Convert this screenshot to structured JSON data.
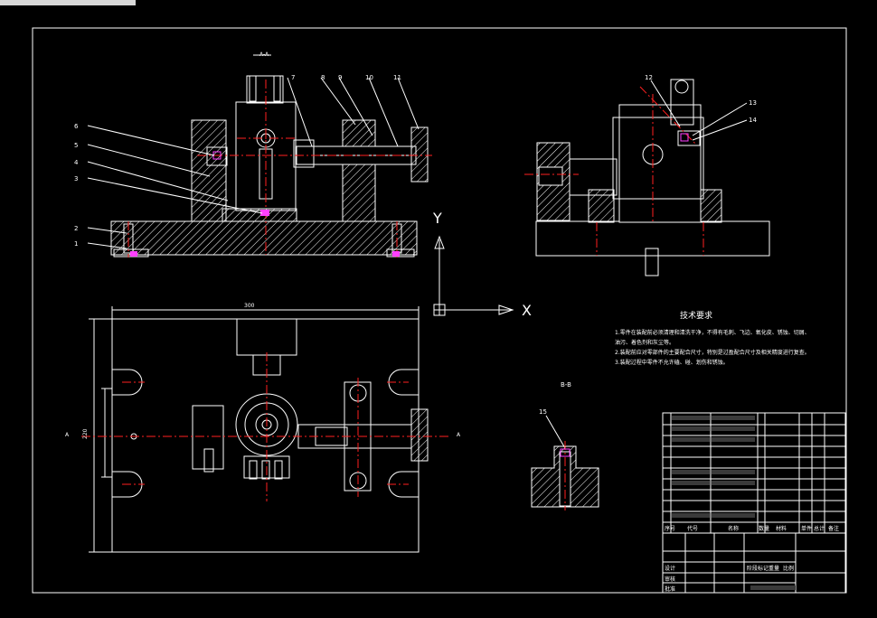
{
  "callouts": [
    "1",
    "2",
    "3",
    "4",
    "5",
    "6",
    "7",
    "8",
    "9",
    "10",
    "11",
    "12",
    "13",
    "14",
    "15"
  ],
  "section_labels": {
    "front_section": "A-A",
    "detail_section": "B-B",
    "plan_left": "A",
    "plan_right": "A"
  },
  "axes": {
    "x": "X",
    "y": "Y"
  },
  "dimensions": {
    "plan_width": "300",
    "plan_height": "220"
  },
  "tech_requirements": {
    "title": "技术要求",
    "lines": [
      "1.零件在装配前必须清理和清洗干净，不得有毛刺、飞边、氧化皮、锈蚀、切屑、",
      "   油污、着色剂和灰尘等。",
      "2.装配前应对零部件的主要配合尺寸，特别是过盈配合尺寸及相关精度进行复查。",
      "3.装配过程中零件不允许磕、碰、划伤和锈蚀。"
    ]
  },
  "title_block": {
    "header": [
      "序号",
      "代号",
      "名称",
      "数量",
      "材料",
      "单件",
      "总计",
      "备注"
    ],
    "design_label": "设计",
    "check_label": "审核",
    "approve_label": "批准",
    "stage_label": "阶段标记",
    "weight_label": "重量",
    "scale_label": "比例"
  },
  "colors": {
    "background": "#000000",
    "line": "#ffffff",
    "center": "#ff2020",
    "hatch": "#ffffff",
    "highlight": "#ff40ff",
    "accent_yellow": "#ffff00"
  }
}
